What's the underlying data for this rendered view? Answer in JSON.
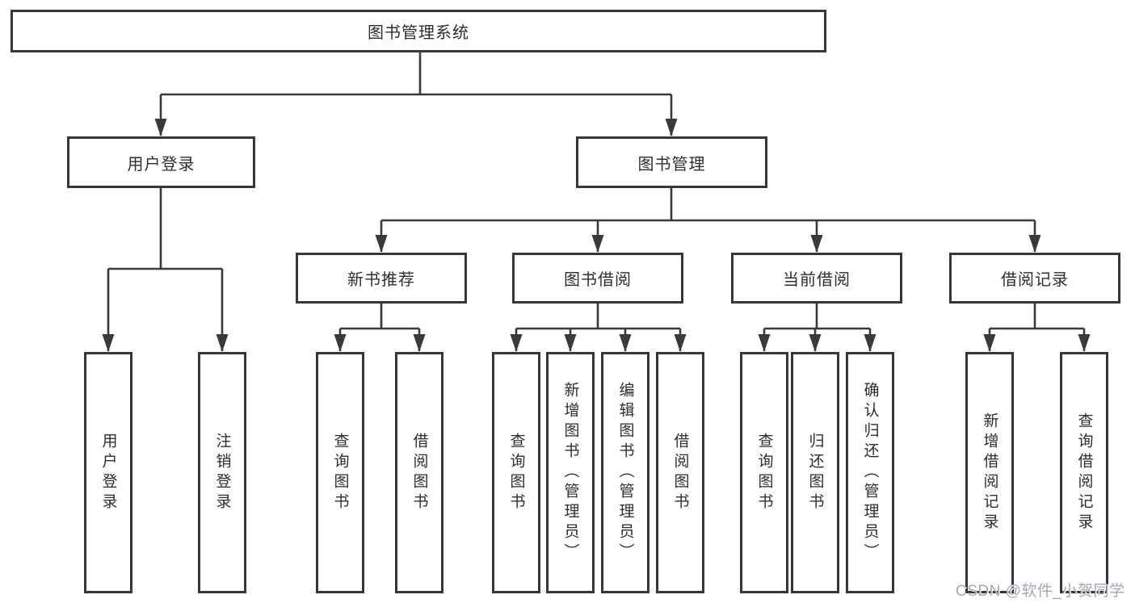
{
  "diagram": {
    "title": "图书管理系统",
    "colors": {
      "line": "#3a3a3a",
      "box_border": "#373737",
      "box_background": "#ffffff",
      "text": "#2e2e2e",
      "watermark_text": "#a4a8b2"
    },
    "level2": {
      "user_login": "用户登录",
      "book_management": "图书管理"
    },
    "level3": {
      "new_book_recommend": "新书推荐",
      "book_borrow": "图书借阅",
      "current_borrow": "当前借阅",
      "borrow_records": "借阅记录"
    },
    "leaves": {
      "user_login": "用户登录",
      "logout": "注销登录",
      "nb_query_books": "查询图书",
      "nb_borrow_books": "借阅图书",
      "bw_query_books": "查询图书",
      "bw_add_books_admin": "新增图书（管理员）",
      "bw_edit_books_admin": "编辑图书（管理员）",
      "bw_borrow_books": "借阅图书",
      "cb_query_books": "查询图书",
      "cb_return_books": "归还图书",
      "cb_confirm_return_admin": "确认归还（管理员）",
      "rc_add_record": "新增借阅记录",
      "rc_query_record": "查询借阅记录"
    },
    "watermark": "CSDN @软件_小贺同学"
  }
}
